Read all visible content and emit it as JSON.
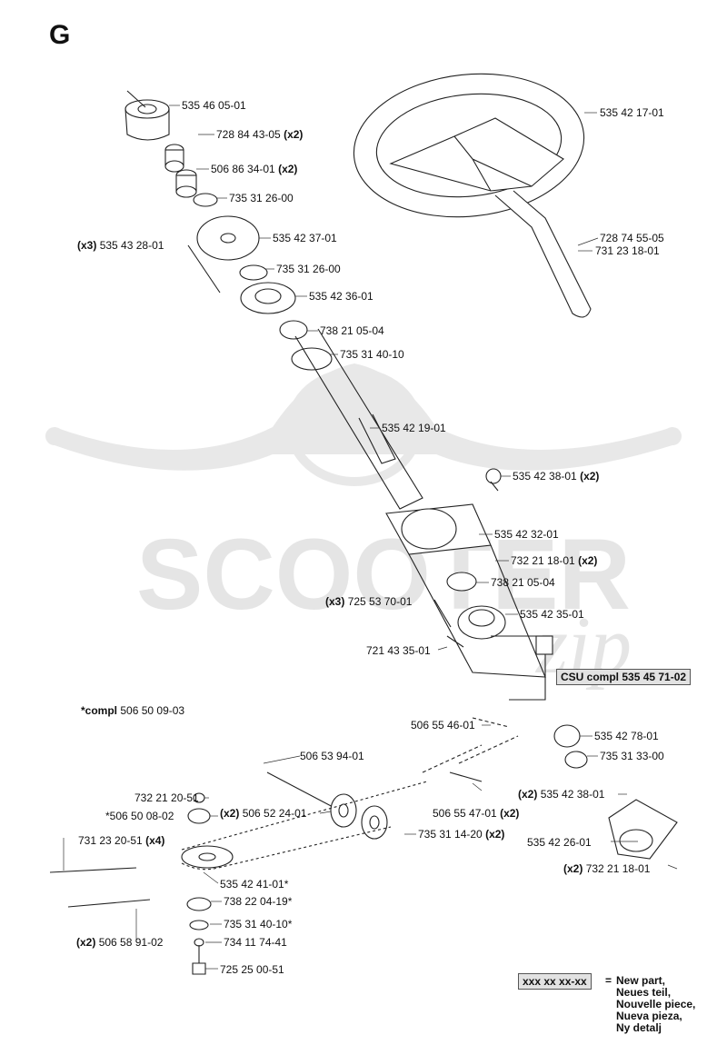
{
  "page_letter": "G",
  "watermark": "SCOOTER zip",
  "part_labels": [
    {
      "pre": "",
      "num": "535 46 05-01",
      "qty": ""
    },
    {
      "pre": "",
      "num": "728 84 43-05",
      "qty": "(x2)"
    },
    {
      "pre": "",
      "num": "506 86 34-01",
      "qty": "(x2)"
    },
    {
      "pre": "",
      "num": "735 31 26-00",
      "qty": ""
    },
    {
      "pre": "",
      "num": "535 42 37-01",
      "qty": ""
    },
    {
      "pre": "(x3)",
      "num": "535 43 28-01",
      "qty": ""
    },
    {
      "pre": "",
      "num": "735 31 26-00",
      "qty": ""
    },
    {
      "pre": "",
      "num": "535 42 36-01",
      "qty": ""
    },
    {
      "pre": "",
      "num": "738 21 05-04",
      "qty": ""
    },
    {
      "pre": "",
      "num": "735 31 40-10",
      "qty": ""
    },
    {
      "pre": "",
      "num": "535 42 19-01",
      "qty": ""
    },
    {
      "pre": "",
      "num": "535 42 38-01",
      "qty": "(x2)"
    },
    {
      "pre": "",
      "num": "535 42 32-01",
      "qty": ""
    },
    {
      "pre": "",
      "num": "732 21 18-01",
      "qty": "(x2)"
    },
    {
      "pre": "",
      "num": "738 21 05-04",
      "qty": ""
    },
    {
      "pre": "(x3)",
      "num": "725 53 70-01",
      "qty": ""
    },
    {
      "pre": "",
      "num": "535 42 35-01",
      "qty": ""
    },
    {
      "pre": "",
      "num": "721 43 35-01",
      "qty": ""
    },
    {
      "pre": "",
      "num": "535 42 17-01",
      "qty": ""
    },
    {
      "pre": "",
      "num": "728 74 55-05",
      "qty": ""
    },
    {
      "pre": "",
      "num": "731 23 18-01",
      "qty": ""
    },
    {
      "pre": "",
      "num": "506 55 46-01",
      "qty": ""
    },
    {
      "pre": "",
      "num": "535 42 78-01",
      "qty": ""
    },
    {
      "pre": "",
      "num": "735 31 33-00",
      "qty": ""
    },
    {
      "pre": "",
      "num": "506 53 94-01",
      "qty": ""
    },
    {
      "pre": "(x2)",
      "num": "535 42 38-01",
      "qty": ""
    },
    {
      "pre": "",
      "num": "732 21 20-51",
      "qty": ""
    },
    {
      "pre": "",
      "num": "*506 50 08-02",
      "qty": ""
    },
    {
      "pre": "(x2)",
      "num": "506 52 24-01",
      "qty": ""
    },
    {
      "pre": "",
      "num": "506 55 47-01",
      "qty": "(x2)"
    },
    {
      "pre": "",
      "num": "735 31 14-20",
      "qty": "(x2)"
    },
    {
      "pre": "",
      "num": "535 42 26-01",
      "qty": ""
    },
    {
      "pre": "",
      "num": "731 23 20-51",
      "qty": "(x4)"
    },
    {
      "pre": "(x2)",
      "num": "732 21 18-01",
      "qty": ""
    },
    {
      "pre": "",
      "num": "535 42 41-01*",
      "qty": ""
    },
    {
      "pre": "",
      "num": "738 22 04-19*",
      "qty": ""
    },
    {
      "pre": "(x2)",
      "num": "506 58 91-02",
      "qty": ""
    },
    {
      "pre": "",
      "num": "735 31 40-10*",
      "qty": ""
    },
    {
      "pre": "",
      "num": "734 11 74-41",
      "qty": ""
    },
    {
      "pre": "",
      "num": "725 25 00-51",
      "qty": ""
    }
  ],
  "compl_note": {
    "bold": "*compl",
    "num": "506 50 09-03"
  },
  "csu_box": "CSU compl 535 45 71-02",
  "legend": {
    "sample": "xxx xx xx-xx",
    "eq": "=",
    "lines": [
      "New part,",
      "Neues teil,",
      "Nouvelle piece,",
      "Nueva pieza,",
      "Ny detalj"
    ]
  }
}
